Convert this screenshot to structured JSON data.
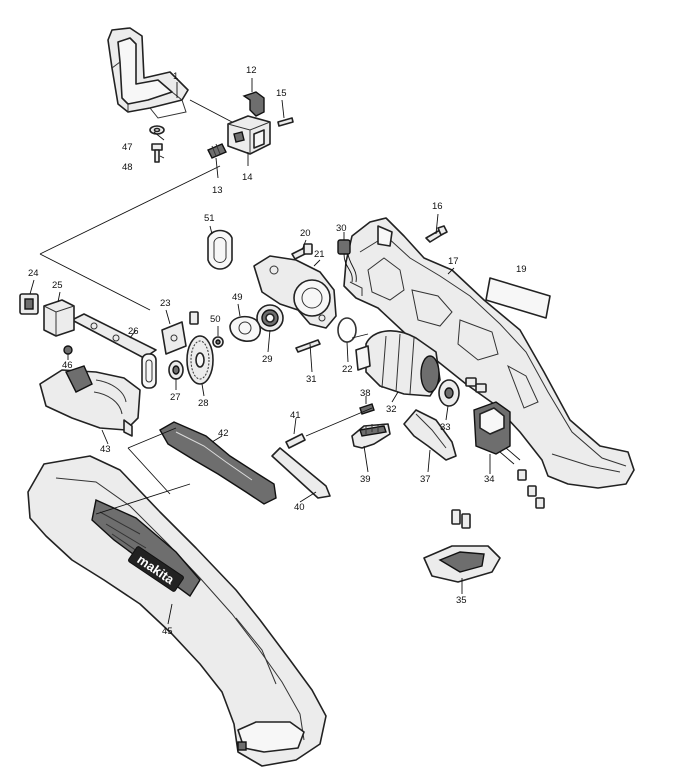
{
  "diagram": {
    "type": "exploded-parts-diagram",
    "brand_text": "makita",
    "callouts": [
      {
        "label": "1"
      },
      {
        "label": "12"
      },
      {
        "label": "15"
      },
      {
        "label": "47"
      },
      {
        "label": "48"
      },
      {
        "label": "13"
      },
      {
        "label": "14"
      },
      {
        "label": "16"
      },
      {
        "label": "51"
      },
      {
        "label": "20"
      },
      {
        "label": "30"
      },
      {
        "label": "17"
      },
      {
        "label": "19"
      },
      {
        "label": "21"
      },
      {
        "label": "24"
      },
      {
        "label": "25"
      },
      {
        "label": "23"
      },
      {
        "label": "49"
      },
      {
        "label": "26"
      },
      {
        "label": "50"
      },
      {
        "label": "46"
      },
      {
        "label": "22"
      },
      {
        "label": "29"
      },
      {
        "label": "27"
      },
      {
        "label": "28"
      },
      {
        "label": "31"
      },
      {
        "label": "38"
      },
      {
        "label": "32"
      },
      {
        "label": "33"
      },
      {
        "label": "43"
      },
      {
        "label": "42"
      },
      {
        "label": "41"
      },
      {
        "label": "39"
      },
      {
        "label": "37"
      },
      {
        "label": "34"
      },
      {
        "label": "40"
      },
      {
        "label": "35"
      },
      {
        "label": "45"
      }
    ]
  }
}
